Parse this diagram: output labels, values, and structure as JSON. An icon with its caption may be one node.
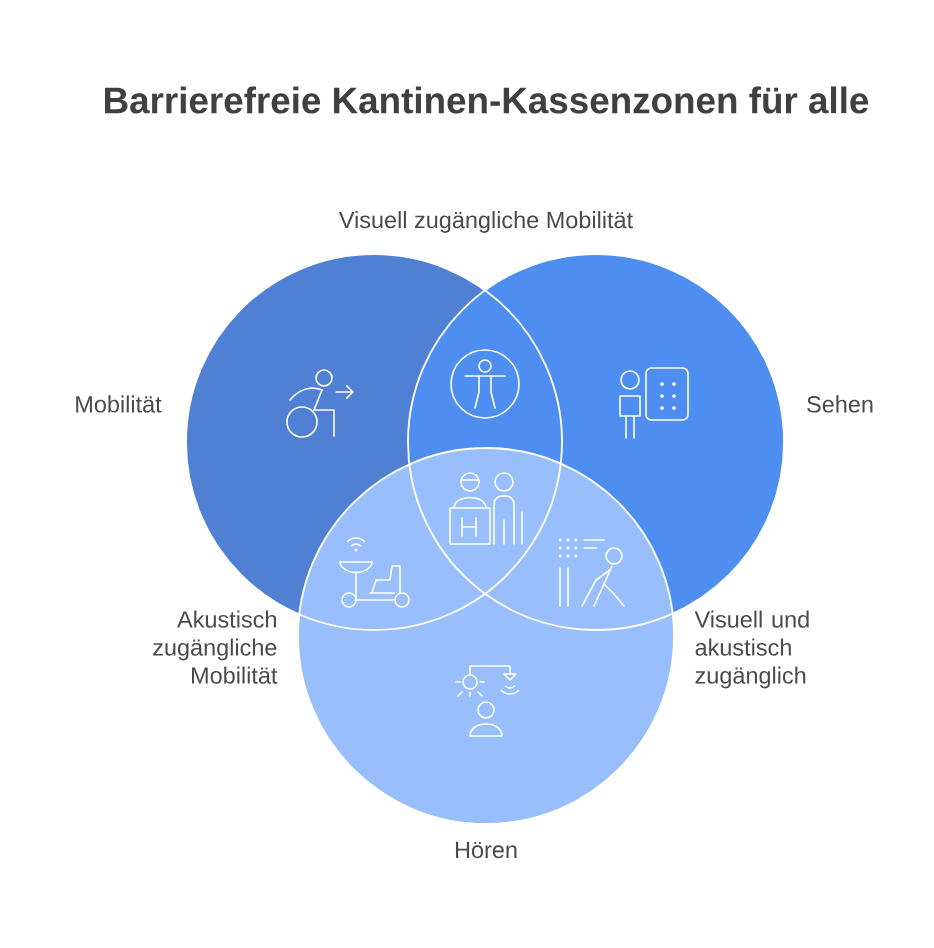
{
  "diagram": {
    "title": "Barrierefreie Kantinen-Kassenzonen für alle",
    "nodes": [
      {
        "text": [
          "Mobilität"
        ]
      },
      {
        "text": [
          "Sehen"
        ]
      },
      {
        "text": [
          "Hören"
        ]
      }
    ],
    "labels": [
      "Visuell zugängliche Mobilität",
      "Akustisch zugängliche Mobilität",
      "Visuell und akustisch zugänglich"
    ]
  }
}
